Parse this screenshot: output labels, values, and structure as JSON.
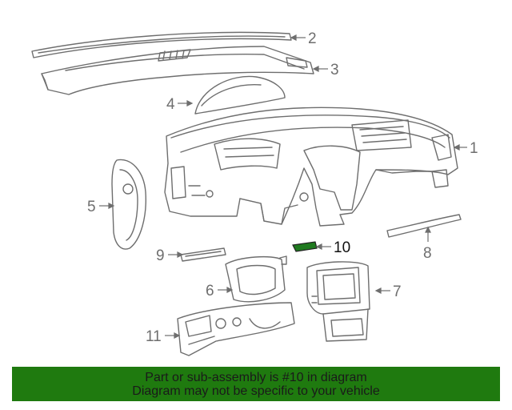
{
  "diagram": {
    "callouts": [
      {
        "id": "1",
        "label": "1"
      },
      {
        "id": "2",
        "label": "2"
      },
      {
        "id": "3",
        "label": "3"
      },
      {
        "id": "4",
        "label": "4"
      },
      {
        "id": "5",
        "label": "5"
      },
      {
        "id": "6",
        "label": "6"
      },
      {
        "id": "7",
        "label": "7"
      },
      {
        "id": "8",
        "label": "8"
      },
      {
        "id": "9",
        "label": "9"
      },
      {
        "id": "10",
        "label": "10"
      },
      {
        "id": "11",
        "label": "11"
      }
    ],
    "highlighted_part": "10",
    "colors": {
      "line": "#6e6e6e",
      "highlight_fill": "#1f7a1f",
      "banner": "#1f7a0f"
    }
  },
  "banner": {
    "line1": "Part or sub-assembly is #10 in diagram",
    "line2": "Diagram may not be specific to your vehicle"
  }
}
